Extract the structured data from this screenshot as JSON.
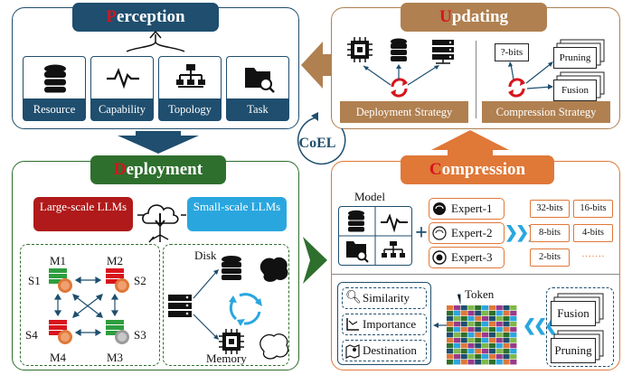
{
  "perception": {
    "title_first": "P",
    "title_rest": "erception",
    "cards": [
      {
        "label": "Resource",
        "icon": "database-icon"
      },
      {
        "label": "Capability",
        "icon": "pulse-icon"
      },
      {
        "label": "Topology",
        "icon": "hierarchy-icon"
      },
      {
        "label": "Task",
        "icon": "folder-search-icon"
      }
    ]
  },
  "updating": {
    "title_first": "U",
    "title_rest": "pdating",
    "deployment_strategy": "Deployment Strategy",
    "compression_strategy": "Compression Strategy",
    "bits_note": "?-bits",
    "pruning": "Pruning",
    "fusion": "Fusion"
  },
  "coel": "CoEL",
  "deployment": {
    "title_first": "D",
    "title_rest": "eployment",
    "large_llms": "Large-scale LLMs",
    "small_llms": "Small-scale LLMs",
    "models": [
      "M1",
      "M2",
      "M3",
      "M4"
    ],
    "servers": [
      "S1",
      "S2",
      "S3",
      "S4"
    ],
    "disk": "Disk",
    "memory": "Memory"
  },
  "compression": {
    "title_first": "C",
    "title_rest": "ompression",
    "model_label": "Model",
    "plus": "+",
    "experts": [
      "Expert-1",
      "Expert-2",
      "Expert-3"
    ],
    "bits": [
      "32-bits",
      "16-bits",
      "8-bits",
      "4-bits",
      "2-bits",
      "·······"
    ],
    "token_label": "Token",
    "strategies": [
      "Similarity",
      "Importance",
      "Destination"
    ],
    "fusion": "Fusion",
    "pruning": "Pruning"
  },
  "colors": {
    "perception_blue": "#1f4e6e",
    "updating_brown": "#b08050",
    "deployment_green": "#2e6f2e",
    "compression_orange": "#e07838",
    "accent_red": "#d8141c"
  }
}
